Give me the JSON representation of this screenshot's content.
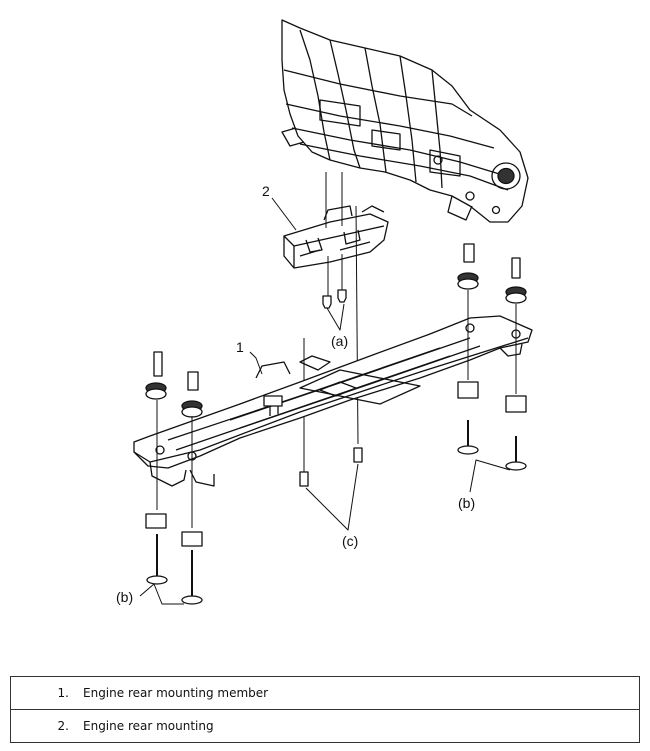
{
  "callouts": {
    "c1": "1",
    "c2": "2",
    "a": "(a)",
    "b_left": "(b)",
    "b_right": "(b)",
    "c": "(c)"
  },
  "legend": [
    {
      "number": "1.",
      "label": "Engine rear mounting member"
    },
    {
      "number": "2.",
      "label": "Engine rear mounting"
    }
  ]
}
